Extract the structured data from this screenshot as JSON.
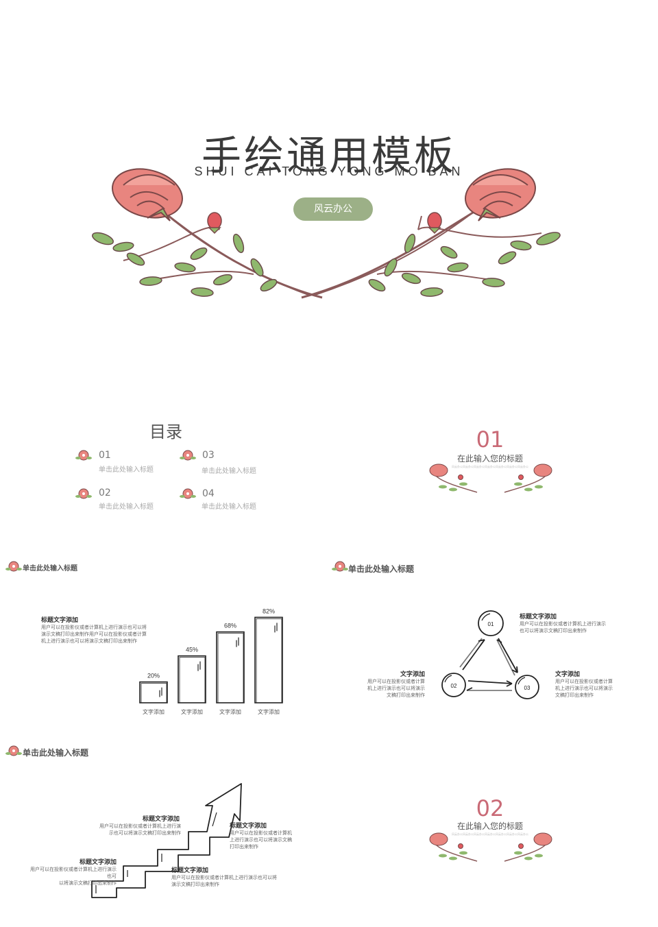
{
  "cover": {
    "title": "手绘通用模板",
    "subtitle": "SHUI CAI TONG YONG MO BAN",
    "pill": "风云办公"
  },
  "toc": {
    "title": "目录",
    "items": [
      {
        "num": "01",
        "sub": "单击此处输入标题"
      },
      {
        "num": "02",
        "sub": "单击此处输入标题"
      },
      {
        "num": "03",
        "sub": "单击此处输入标题"
      },
      {
        "num": "04",
        "sub": "单击此处输入标题"
      }
    ]
  },
  "section1": {
    "num": "01",
    "title": "在此输入您的标题",
    "line": "风云办公风云办公风云办公风云办公风云办公风云办公风云办公"
  },
  "section2": {
    "num": "02",
    "title": "在此输入您的标题",
    "line": "风云办公风云办公风云办公风云办公风云办公风云办公风云办公"
  },
  "barslide": {
    "head": "单击此处输入标题",
    "text_title": "标题文字添加",
    "text_body": [
      "用户可以在投影仪或者计算机上进行演示也可以将",
      "演示文稿打印出来制作用户可以在投影仪或者计算",
      "机上进行演示也可以将演示文稿打印出来制作"
    ]
  },
  "chart_data": {
    "type": "bar",
    "categories": [
      "文字添加",
      "文字添加",
      "文字添加",
      "文字添加"
    ],
    "values": [
      20,
      45,
      68,
      82
    ],
    "value_labels": [
      "20%",
      "45%",
      "68%",
      "82%"
    ],
    "ylim": [
      0,
      100
    ]
  },
  "cycleslide": {
    "head": "单击此处输入标题",
    "nodes": [
      "01",
      "02",
      "03"
    ],
    "t1_title": "标题文字添加",
    "t1_body": [
      "用户可以在投影仪或者计算机上进行演示",
      "也可以将演示文稿打印出来制作"
    ],
    "t2_title": "文字添加",
    "t2_body": [
      "用户可以在投影仪或者计算",
      "机上进行演示也可以将演示",
      "文稿打印出来制作"
    ],
    "t3_title": "文字添加",
    "t3_body": [
      "用户可以在投影仪或者计算",
      "机上进行演示也可以将演示",
      "文稿打印出来制作"
    ]
  },
  "stairslide": {
    "head": "单击此处输入标题",
    "a_title": "标题文字添加",
    "a_body": [
      "用户可以在投影仪或者计算机上进行演",
      "示也可以将演示文稿打印出来制作"
    ],
    "b_title": "标题文字添加",
    "b_body": [
      "用户可以在投影仪或者计算机上进行演示也可",
      "以将演示文稿打印出来制作"
    ],
    "c_title": "标题文字添加",
    "c_body": [
      "用户可以在投影仪或者计算机",
      "上进行演示也可以将演示文稿",
      "打印出来制作"
    ],
    "d_title": "标题文字添加",
    "d_body": [
      "用户可以在投影仪或者计算机上进行演示也可以将",
      "演示文稿打印出来制作"
    ]
  },
  "colors": {
    "rose": "#e8857f",
    "leaf": "#8fb86d",
    "stem": "#8a5a5a",
    "pill": "#9cb087",
    "accent": "#c96a76"
  }
}
